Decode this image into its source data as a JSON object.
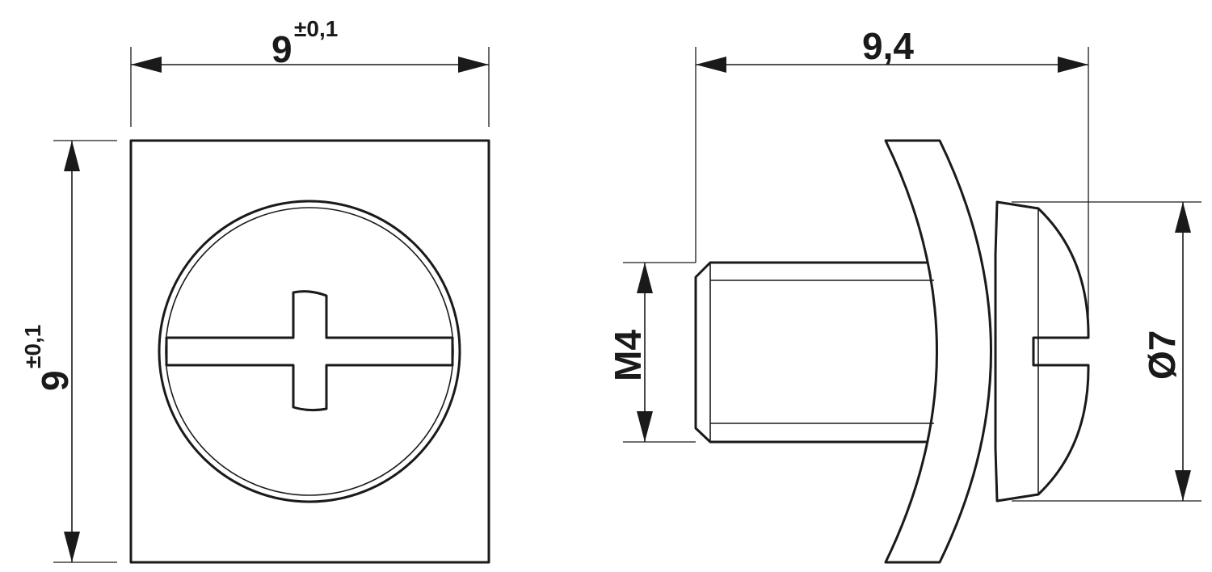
{
  "front_view": {
    "width_dim": {
      "value": "9",
      "tolerance": "±0,1"
    },
    "height_dim": {
      "value": "9",
      "tolerance": "±0,1"
    }
  },
  "side_view": {
    "length_dim": {
      "value": "9,4"
    },
    "thread_dim": {
      "value": "M4"
    },
    "diameter_dim": {
      "value": "Ø7"
    }
  },
  "colors": {
    "line": "#1a1a1a",
    "background": "#ffffff"
  }
}
